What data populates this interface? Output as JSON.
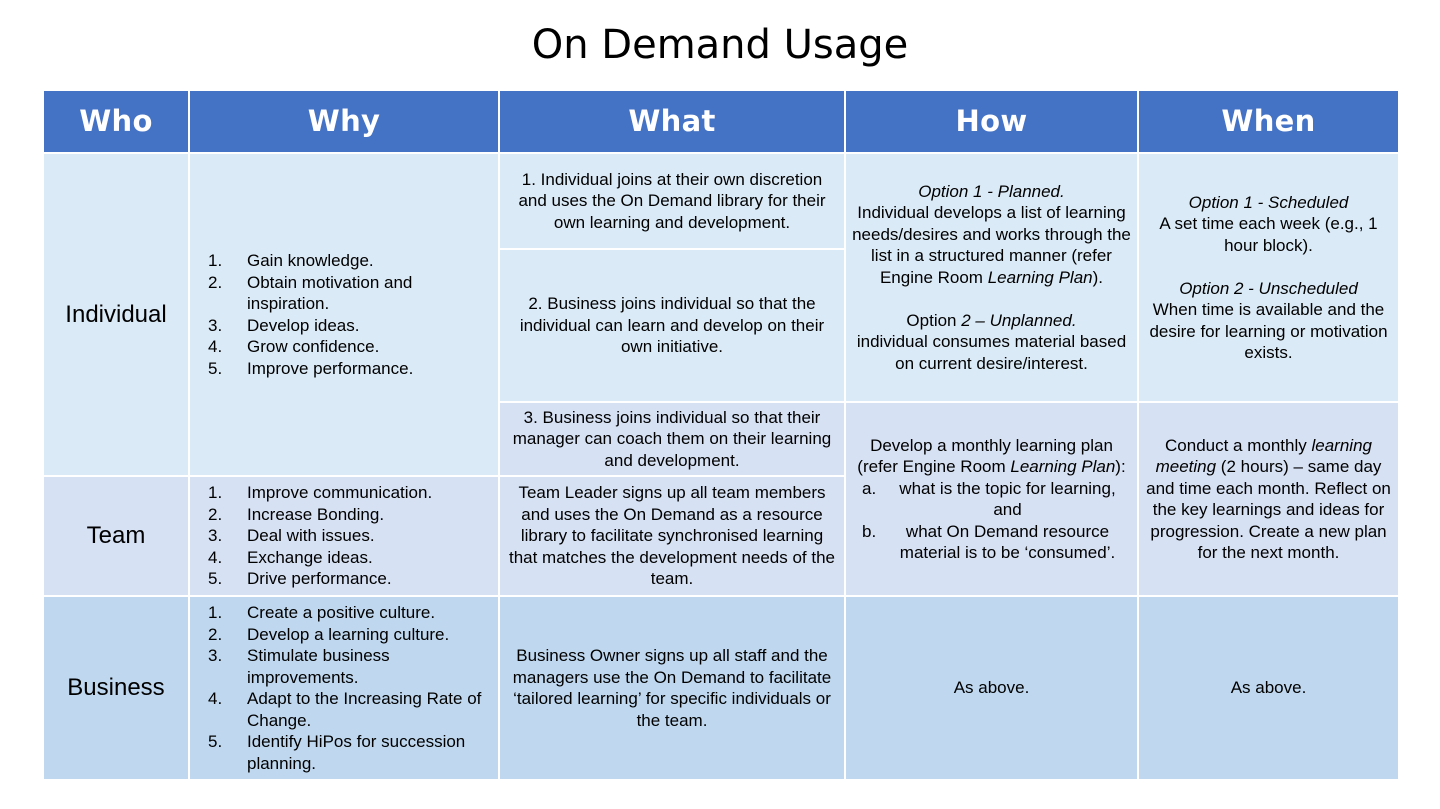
{
  "title": "On Demand Usage",
  "headers": {
    "who": "Who",
    "why": "Why",
    "what": "What",
    "how": "How",
    "when": "When"
  },
  "individual": {
    "who": "Individual",
    "why": [
      "Gain knowledge.",
      "Obtain motivation and inspiration.",
      "Develop ideas.",
      "Grow confidence.",
      "Improve performance."
    ],
    "what1": "1.  Individual joins at their own discretion and uses the On Demand library for their own learning and development.",
    "what2": "2.  Business joins individual so that the individual can learn and develop on their own initiative.",
    "what3": "3.  Business joins individual so that their manager can coach them on their learning and development.",
    "how_opt1_label": "Option 1 - Planned.",
    "how_opt1_text_a": "Individual develops a list of learning needs/desires and works through the list in a structured manner (refer Engine Room ",
    "how_opt1_plan": "Learning Plan",
    "how_opt1_text_b": ").",
    "how_opt2_prefix": "Option ",
    "how_opt2_label": "2 – Unplanned.",
    "how_opt2_text": "individual consumes material based on current desire/interest.",
    "when_opt1_label": "Option 1 - Scheduled",
    "when_opt1_text": "A set time each week (e.g., 1 hour block).",
    "when_opt2_label": "Option 2 - Unscheduled",
    "when_opt2_text": "When time is available and the desire for learning or motivation exists."
  },
  "shared": {
    "how_text_a": "Develop a monthly learning plan (refer Engine Room ",
    "how_plan": "Learning Plan",
    "how_text_b": "):",
    "how_a_marker": "a.",
    "how_a_text": "what is the topic for learning, and",
    "how_b_marker": "b.",
    "how_b_text": "what On Demand resource material is to be ‘consumed’.",
    "when_text_a": "Conduct a monthly ",
    "when_meeting": "learning meeting",
    "when_text_b": " (2 hours) – same day and time each month. Reflect on the key learnings and ideas for progression. Create a  new plan for the next month."
  },
  "team": {
    "who": "Team",
    "why": [
      "Improve communication.",
      "Increase Bonding.",
      "Deal with issues.",
      "Exchange ideas.",
      "Drive performance."
    ],
    "what": "Team Leader signs up all team members and uses the On Demand as a resource library to facilitate synchronised learning that matches the development needs of the team."
  },
  "business": {
    "who": "Business",
    "why": [
      "Create a positive culture.",
      "Develop a learning culture.",
      "Stimulate business improvements.",
      "Adapt to the Increasing Rate of Change.",
      "Identify HiPos for succession planning."
    ],
    "what": "Business Owner signs up all staff and the managers use the On Demand to facilitate ‘tailored learning’ for specific individuals or the team.",
    "how": "As above.",
    "when": "As above."
  },
  "numbers": [
    "1.",
    "2.",
    "3.",
    "4.",
    "5."
  ],
  "colors": {
    "header": "#4472c4",
    "row_individual": "#dbeaf7",
    "row_team": "#d6e1f3",
    "row_business": "#bfd8ef"
  }
}
